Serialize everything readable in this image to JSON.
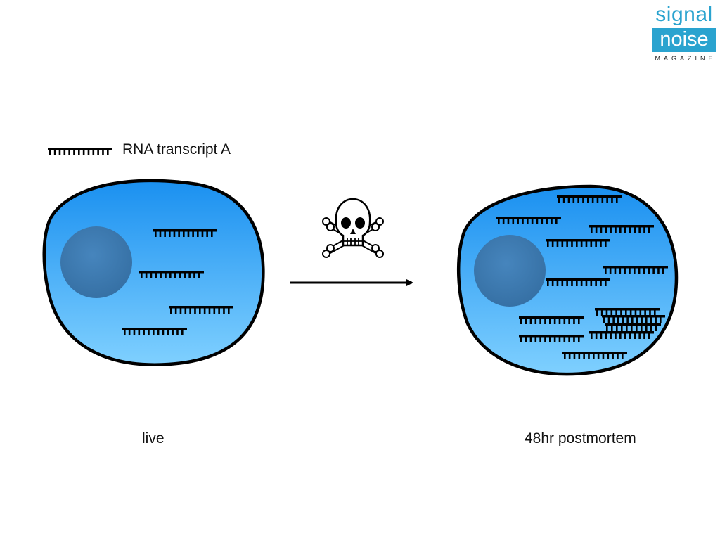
{
  "logo": {
    "line1": "signal",
    "line2": "noise",
    "line3": "MAGAZINE"
  },
  "legend": {
    "label": "RNA transcript A"
  },
  "cells": [
    {
      "label": "live",
      "transcript_count": 4
    },
    {
      "label": "48hr postmortem",
      "transcript_count": 13
    }
  ],
  "icons": {
    "transition": "skull-and-crossbones-icon",
    "transcript": "comb-transcript-icon"
  },
  "colors": {
    "cell_top": "#1a90f0",
    "cell_bottom": "#7fd0ff",
    "nucleus": "#3d7db5",
    "outline": "#000000",
    "brand": "#2aa3cf"
  }
}
